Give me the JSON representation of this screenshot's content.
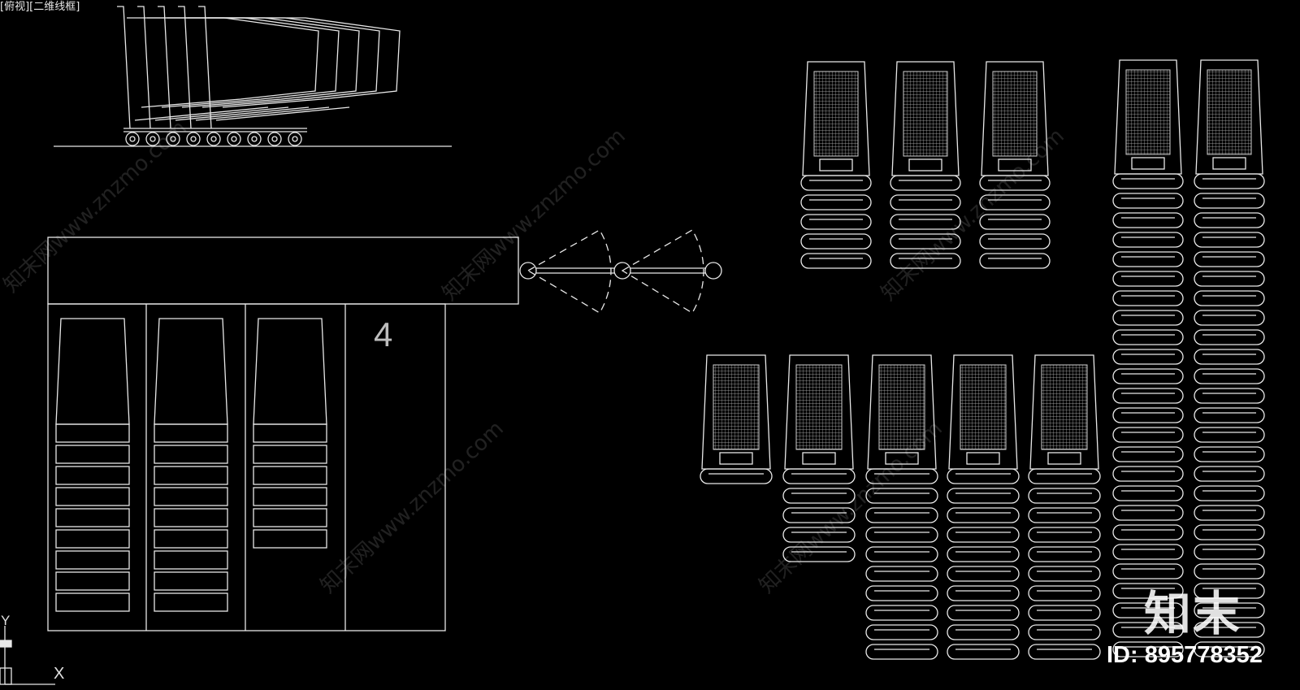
{
  "viewport": {
    "label": "[俯视][二维线框]"
  },
  "drawing": {
    "bay_number": "4",
    "axis_labels": {
      "y": "Y",
      "x": "X"
    },
    "line_color": "#e8e8e8",
    "background": "#000000"
  },
  "watermark": {
    "brand": "知末",
    "id_label": "ID: 895778352",
    "site_text": "知末网www.znzmo.com"
  }
}
